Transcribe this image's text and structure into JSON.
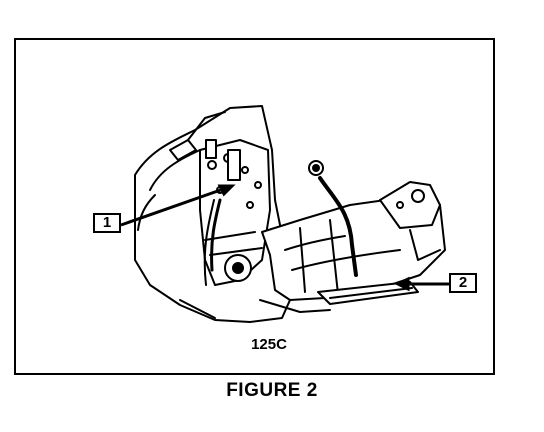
{
  "figure": {
    "caption": "FIGURE 2",
    "part_code": "125C"
  },
  "callouts": [
    {
      "label": "1"
    },
    {
      "label": "2"
    }
  ],
  "colors": {
    "ink": "#000000",
    "paper": "#ffffff"
  }
}
